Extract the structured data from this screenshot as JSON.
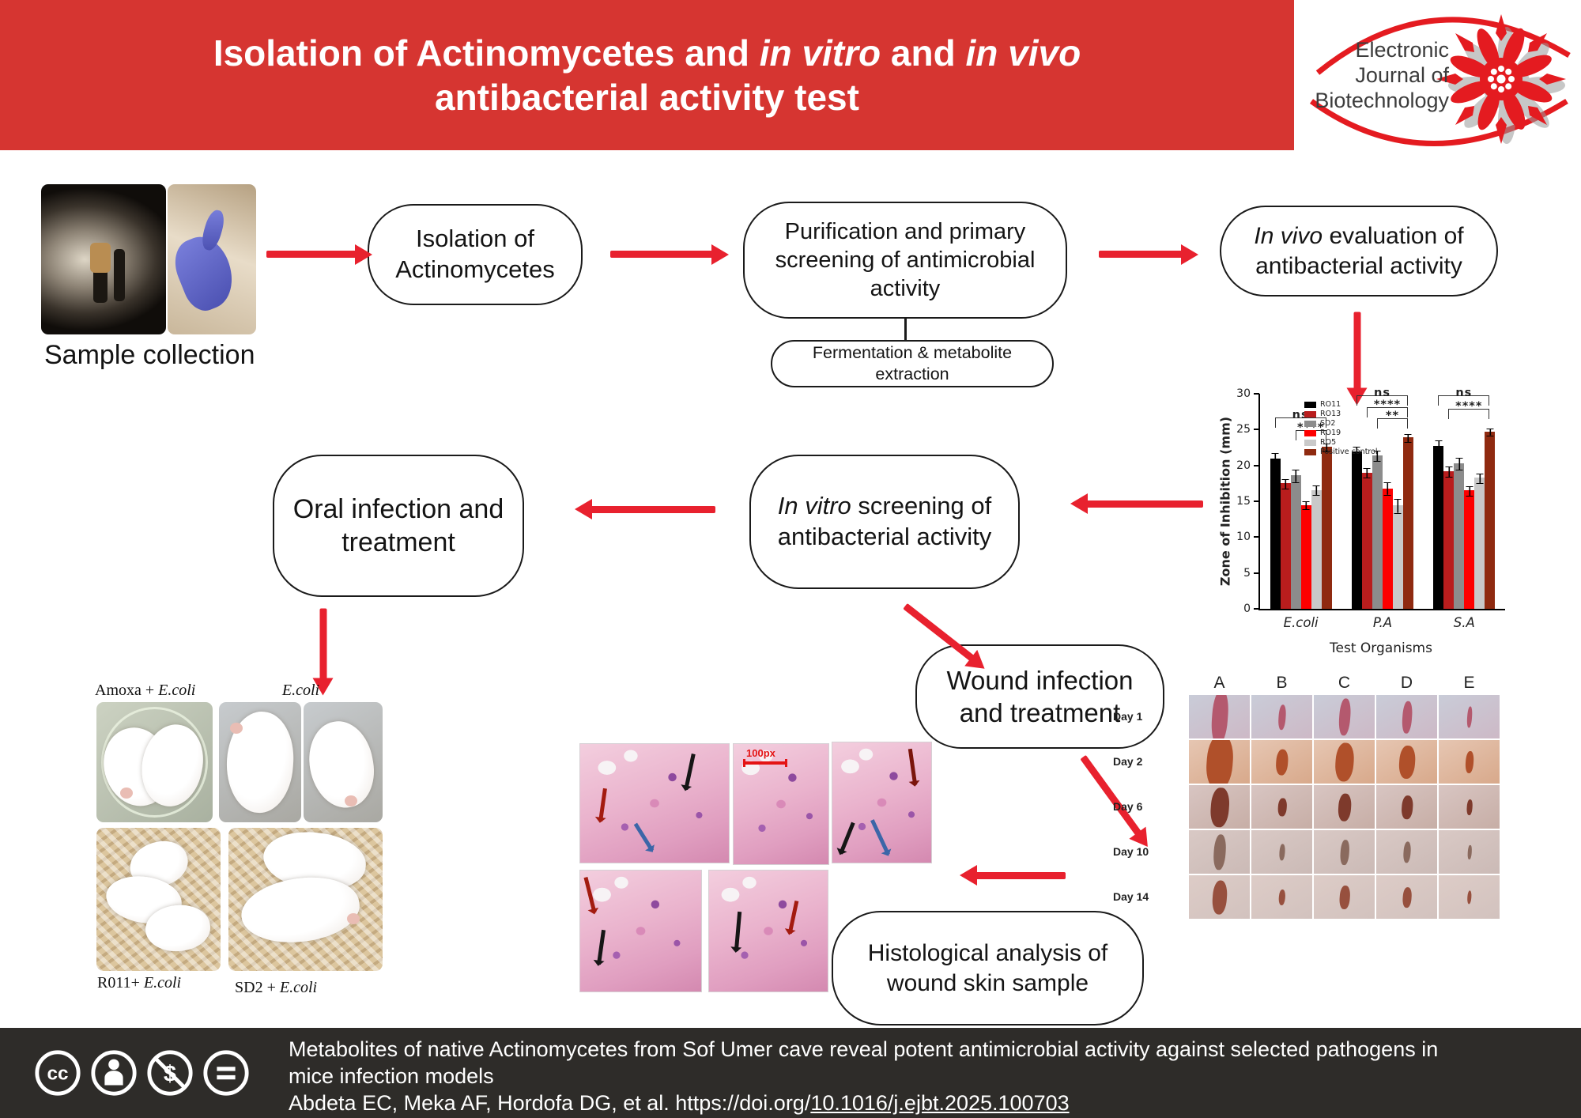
{
  "banner": {
    "title": {
      "seg1": "Isolation of Actinomycetes and ",
      "seg2": "in vitro",
      "seg3": " and ",
      "seg4": "in vivo",
      "line2": "antibacterial activity test"
    }
  },
  "logo": {
    "line1": "Electronic",
    "line2": "Journal of",
    "line3": "Biotechnology"
  },
  "flow": {
    "sample_label": "Sample collection",
    "box_isolation": "Isolation of Actinomycetes",
    "box_purification": "Purification and primary screening of antimicrobial activity",
    "box_fermentation": "Fermentation & metabolite extraction",
    "box_invivo": {
      "italic": "In vivo",
      "rest": " evaluation of",
      "line2": "antibacterial activity"
    },
    "box_oral": "Oral infection and treatment",
    "box_invitro": {
      "italic": "In vitro",
      "rest": " screening of",
      "line2": "antibacterial activity"
    },
    "box_wound": "Wound infection and treatment",
    "box_histology": "Histological analysis of wound skin sample"
  },
  "chart_data": {
    "type": "bar",
    "title": "",
    "categories": [
      "E.coli",
      "P.A",
      "S.A"
    ],
    "series": [
      {
        "name": "RO11",
        "color": "#000000",
        "values": [
          21.0,
          22.0,
          22.7
        ],
        "errors": [
          0.7,
          0.6,
          0.8
        ]
      },
      {
        "name": "RO13",
        "color": "#b91d1d",
        "values": [
          17.5,
          19.0,
          19.2
        ],
        "errors": [
          0.6,
          0.6,
          0.7
        ]
      },
      {
        "name": "SD2",
        "color": "#8c8c8c",
        "values": [
          18.6,
          21.4,
          20.3
        ],
        "errors": [
          0.8,
          0.7,
          0.8
        ]
      },
      {
        "name": "RO19",
        "color": "#fd0000",
        "values": [
          14.5,
          16.8,
          16.5
        ],
        "errors": [
          0.5,
          0.8,
          0.6
        ]
      },
      {
        "name": "RO5",
        "color": "#c9c9c9",
        "values": [
          16.6,
          14.4,
          18.3
        ],
        "errors": [
          0.6,
          0.9,
          0.6
        ]
      },
      {
        "name": "Positive control",
        "color": "#8f2a10",
        "values": [
          22.6,
          23.9,
          24.7
        ],
        "errors": [
          0.5,
          0.5,
          0.4
        ]
      }
    ],
    "ylabel": "Zone of Inhibition (mm)",
    "xlabel": "Test Organisms",
    "ylim": [
      0,
      30
    ],
    "yticks": [
      0,
      5,
      10,
      15,
      20,
      25,
      30
    ],
    "legend_position": "top-left",
    "grid": false,
    "annotations": [
      {
        "group": 0,
        "brackets": [
          {
            "from": 0,
            "to": 5,
            "label": "ns",
            "y": 25.3
          },
          {
            "from": 2,
            "to": 5,
            "label": "****",
            "y": 23.5
          }
        ]
      },
      {
        "group": 1,
        "brackets": [
          {
            "from": 0,
            "to": 5,
            "label": "ns",
            "y": 28.3
          },
          {
            "from": 1,
            "to": 5,
            "label": "****",
            "y": 26.7
          },
          {
            "from": 2,
            "to": 5,
            "label": "**",
            "y": 25.2
          }
        ]
      },
      {
        "group": 2,
        "brackets": [
          {
            "from": 0,
            "to": 5,
            "label": "ns",
            "y": 28.3
          },
          {
            "from": 1,
            "to": 5,
            "label": "****",
            "y": 26.5
          }
        ]
      }
    ]
  },
  "mice": {
    "labels": [
      {
        "prefix": "Amoxa + ",
        "italic": "E.coli"
      },
      {
        "prefix": "",
        "italic": "E.coli"
      },
      {
        "prefix": "R011+ ",
        "italic": "E.coli"
      },
      {
        "prefix": "SD2 + ",
        "italic": "E.coli"
      }
    ]
  },
  "histology": {
    "scale_label": "100px"
  },
  "wound_grid": {
    "columns": [
      "A",
      "B",
      "C",
      "D",
      "E"
    ],
    "rows": [
      "Day 1",
      "Day 2",
      "Day 6",
      "Day 10",
      "Day 14"
    ]
  },
  "footer": {
    "cc_glyph": "cc",
    "line1": "Metabolites of native Actinomycetes from Sof Umer cave reveal potent antimicrobial activity against selected pathogens in",
    "line2": "mice infection models",
    "line3_prefix": "Abdeta EC, Meka AF, Hordofa DG, et al.  https://doi.org/",
    "line3_link": "10.1016/j.ejbt.2025.100703"
  }
}
